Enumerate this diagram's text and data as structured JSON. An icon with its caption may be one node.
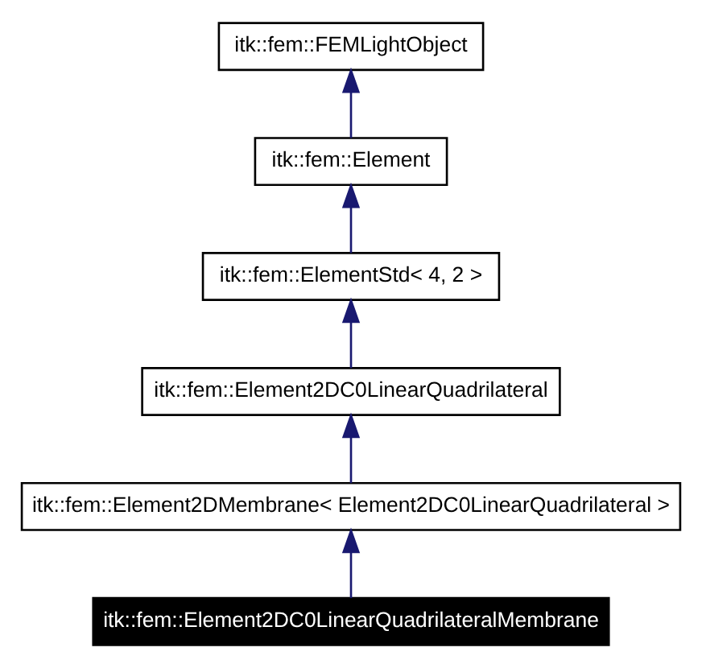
{
  "diagram": {
    "nodes": [
      {
        "text": [
          "itk::fem::FEMLightObject"
        ]
      },
      {
        "text": [
          "itk::fem::Element"
        ]
      },
      {
        "text": [
          "itk::fem::ElementStd< 4, 2 >"
        ]
      },
      {
        "text": [
          "itk::fem::Element2DC0LinearQuadrilateral"
        ]
      },
      {
        "text": [
          "itk::fem::Element2DMembrane< Element2DC0LinearQuadrilateral >"
        ]
      },
      {
        "text": [
          "itk::fem::Element2DC0LinearQuadrilateralMembrane"
        ]
      }
    ],
    "edges": [
      {
        "from": 1,
        "to": 0,
        "arrow": "to"
      },
      {
        "from": 2,
        "to": 1,
        "arrow": "to"
      },
      {
        "from": 3,
        "to": 2,
        "arrow": "to"
      },
      {
        "from": 4,
        "to": 3,
        "arrow": "to"
      },
      {
        "from": 5,
        "to": 4,
        "arrow": "to"
      }
    ]
  }
}
